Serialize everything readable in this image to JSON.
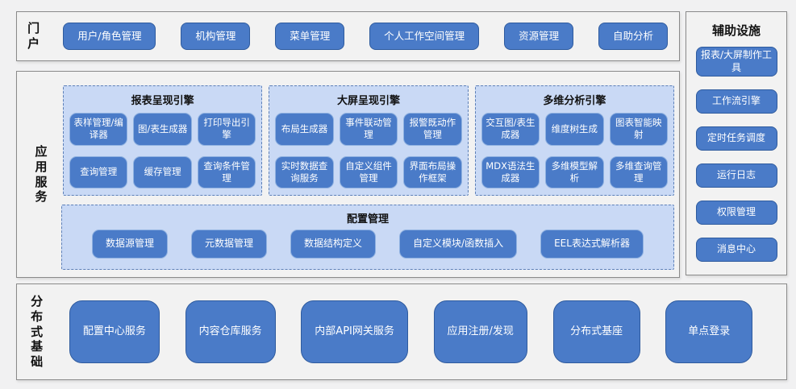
{
  "colors": {
    "button_fill": "#4a7bc8",
    "button_border": "#2f5b9e",
    "button_text": "#ffffff",
    "panel_bg": "#f2f2f2",
    "panel_border": "#8a8a8a",
    "engine_box_fill": "#c9d9f5",
    "engine_box_border": "#5d80b8"
  },
  "portal": {
    "label": "门户",
    "items": [
      "用户/角色管理",
      "机构管理",
      "菜单管理",
      "个人工作空间管理",
      "资源管理",
      "自助分析"
    ]
  },
  "app_services": {
    "label": "应用服务",
    "engines": [
      {
        "title": "报表呈现引擎",
        "items": [
          "表样管理/编译器",
          "图/表生成器",
          "打印导出引擎",
          "查询管理",
          "缓存管理",
          "查询条件管理"
        ]
      },
      {
        "title": "大屏呈现引擎",
        "items": [
          "布局生成器",
          "事件联动管理",
          "报警既动作管理",
          "实时数据查询服务",
          "自定义组件管理",
          "界面布局操作框架"
        ]
      },
      {
        "title": "多维分析引擎",
        "items": [
          "交互图/表生成器",
          "维度树生成",
          "图表智能映射",
          "MDX语法生成器",
          "多维模型解析",
          "多维查询管理"
        ]
      }
    ],
    "config": {
      "title": "配置管理",
      "items": [
        "数据源管理",
        "元数据管理",
        "数据结构定义",
        "自定义模块/函数插入",
        "EEL表达式解析器"
      ]
    }
  },
  "auxiliary": {
    "title": "辅助设施",
    "items": [
      "报表/大屏制作工具",
      "工作流引擎",
      "定时任务调度",
      "运行日志",
      "权限管理",
      "消息中心"
    ]
  },
  "distributed": {
    "label": "分布式基础",
    "items": [
      "配置中心服务",
      "内容仓库服务",
      "内部API网关服务",
      "应用注册/发现",
      "分布式基座",
      "单点登录"
    ]
  }
}
